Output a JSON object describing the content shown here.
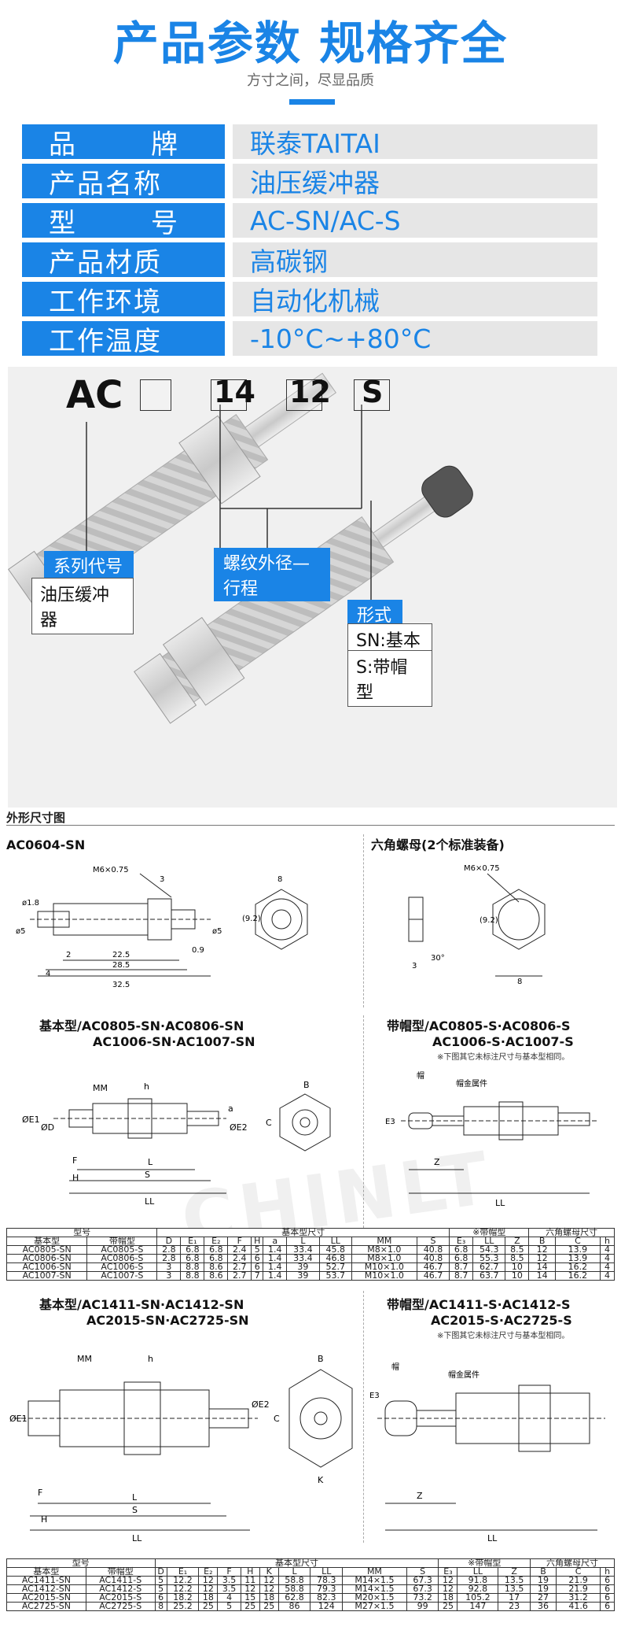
{
  "header": {
    "title": "产品参数 规格齐全",
    "subtitle": "方寸之间，尽显品质"
  },
  "params": [
    {
      "key": "品牌",
      "value": "联泰TAITAI"
    },
    {
      "key": "产品名称",
      "value": "油压缓冲器"
    },
    {
      "key": "型号",
      "value": "AC-SN/AC-S"
    },
    {
      "key": "产品材质",
      "value": "高碳钢"
    },
    {
      "key": "工作环境",
      "value": "自动化机械"
    },
    {
      "key": "工作温度",
      "value": "-10°C~+80°C"
    }
  ],
  "model_code": {
    "parts": [
      "AC",
      "",
      "14",
      "12",
      "S"
    ],
    "series_label": "系列代号",
    "series_value": "油压缓冲器",
    "thread_label": "螺纹外径—行程",
    "form_label": "形式",
    "form_sn": "SN:基本型",
    "form_s": "S:带帽型"
  },
  "dimensions": {
    "section_title": "外形尺寸图",
    "ac0604_title": "AC0604-SN",
    "nut_title": "六角螺母(2个标准装备)",
    "basic_small_title_1": "基本型/AC0805-SN·AC0806-SN",
    "basic_small_title_2": "AC1006-SN·AC1007-SN",
    "cap_small_title_1": "带帽型/AC0805-S·AC0806-S",
    "cap_small_title_2": "AC1006-S·AC1007-S",
    "cap_note": "※下图其它未标注尺寸与基本型相同。",
    "basic_large_title_1": "基本型/AC1411-SN·AC1412-SN",
    "basic_large_title_2": "AC2015-SN·AC2725-SN",
    "cap_large_title_1": "带帽型/AC1411-S·AC1412-S",
    "cap_large_title_2": "AC2015-S·AC2725-S",
    "cap_label": "帽",
    "metal_label": "帽金属件",
    "watermark": "CHINLT",
    "ac0604_dims": {
      "m": "M6×0.75",
      "d3": "3",
      "d18": "ø1.8",
      "d5": "ø5",
      "d5b": "ø5",
      "l225": "22.5",
      "l285": "28.5",
      "l325": "32.5",
      "l4": "4",
      "l2": "2",
      "l09": "0.9",
      "n8": "8",
      "n92": "(9.2)"
    },
    "nut_dims": {
      "m": "M6×0.75",
      "n8": "8",
      "n92": "(9.2)",
      "n3": "3",
      "a30": "30°"
    },
    "letters_basic": [
      "MM",
      "h",
      "B",
      "C",
      "ØE1",
      "ØD",
      "a",
      "ØE2",
      "F",
      "L",
      "H",
      "S",
      "LL"
    ],
    "letters_cap": [
      "E3",
      "Z",
      "LL"
    ],
    "letters_large": [
      "MM",
      "h",
      "B",
      "C",
      "ØE1",
      "ØE2",
      "K",
      "F",
      "L",
      "H",
      "S",
      "LL"
    ]
  },
  "table_small": {
    "group_headers": [
      "型号",
      "基本型尺寸",
      "※带帽型",
      "六角螺母尺寸"
    ],
    "headers": [
      "基本型",
      "带帽型",
      "D",
      "E₁",
      "E₂",
      "F",
      "H",
      "a",
      "L",
      "LL",
      "MM",
      "S",
      "E₃",
      "LL",
      "Z",
      "B",
      "C",
      "h"
    ],
    "rows": [
      [
        "AC0805-SN",
        "AC0805-S",
        "2.8",
        "6.8",
        "6.8",
        "2.4",
        "5",
        "1.4",
        "33.4",
        "45.8",
        "M8×1.0",
        "40.8",
        "6.8",
        "54.3",
        "8.5",
        "12",
        "13.9",
        "4"
      ],
      [
        "AC0806-SN",
        "AC0806-S",
        "2.8",
        "6.8",
        "6.8",
        "2.4",
        "6",
        "1.4",
        "33.4",
        "46.8",
        "M8×1.0",
        "40.8",
        "6.8",
        "55.3",
        "8.5",
        "12",
        "13.9",
        "4"
      ],
      [
        "AC1006-SN",
        "AC1006-S",
        "3",
        "8.8",
        "8.6",
        "2.7",
        "6",
        "1.4",
        "39",
        "52.7",
        "M10×1.0",
        "46.7",
        "8.7",
        "62.7",
        "10",
        "14",
        "16.2",
        "4"
      ],
      [
        "AC1007-SN",
        "AC1007-S",
        "3",
        "8.8",
        "8.6",
        "2.7",
        "7",
        "1.4",
        "39",
        "53.7",
        "M10×1.0",
        "46.7",
        "8.7",
        "63.7",
        "10",
        "14",
        "16.2",
        "4"
      ]
    ]
  },
  "table_large": {
    "group_headers": [
      "型号",
      "基本型尺寸",
      "※带帽型",
      "六角螺母尺寸"
    ],
    "headers": [
      "基本型",
      "带帽型",
      "D",
      "E₁",
      "E₂",
      "F",
      "H",
      "K",
      "L",
      "LL",
      "MM",
      "S",
      "E₃",
      "LL",
      "Z",
      "B",
      "C",
      "h"
    ],
    "rows": [
      [
        "AC1411-SN",
        "AC1411-S",
        "5",
        "12.2",
        "12",
        "3.5",
        "11",
        "12",
        "58.8",
        "78.3",
        "M14×1.5",
        "67.3",
        "12",
        "91.8",
        "13.5",
        "19",
        "21.9",
        "6"
      ],
      [
        "AC1412-SN",
        "AC1412-S",
        "5",
        "12.2",
        "12",
        "3.5",
        "12",
        "12",
        "58.8",
        "79.3",
        "M14×1.5",
        "67.3",
        "12",
        "92.8",
        "13.5",
        "19",
        "21.9",
        "6"
      ],
      [
        "AC2015-SN",
        "AC2015-S",
        "6",
        "18.2",
        "18",
        "4",
        "15",
        "18",
        "62.8",
        "82.3",
        "M20×1.5",
        "73.2",
        "18",
        "105.2",
        "17",
        "27",
        "31.2",
        "6"
      ],
      [
        "AC2725-SN",
        "AC2725-S",
        "8",
        "25.2",
        "25",
        "5",
        "25",
        "25",
        "86",
        "124",
        "M27×1.5",
        "99",
        "25",
        "147",
        "23",
        "36",
        "41.6",
        "6"
      ]
    ]
  },
  "colors": {
    "accent": "#1a84e6",
    "param_bg": "#e6e6e6"
  }
}
